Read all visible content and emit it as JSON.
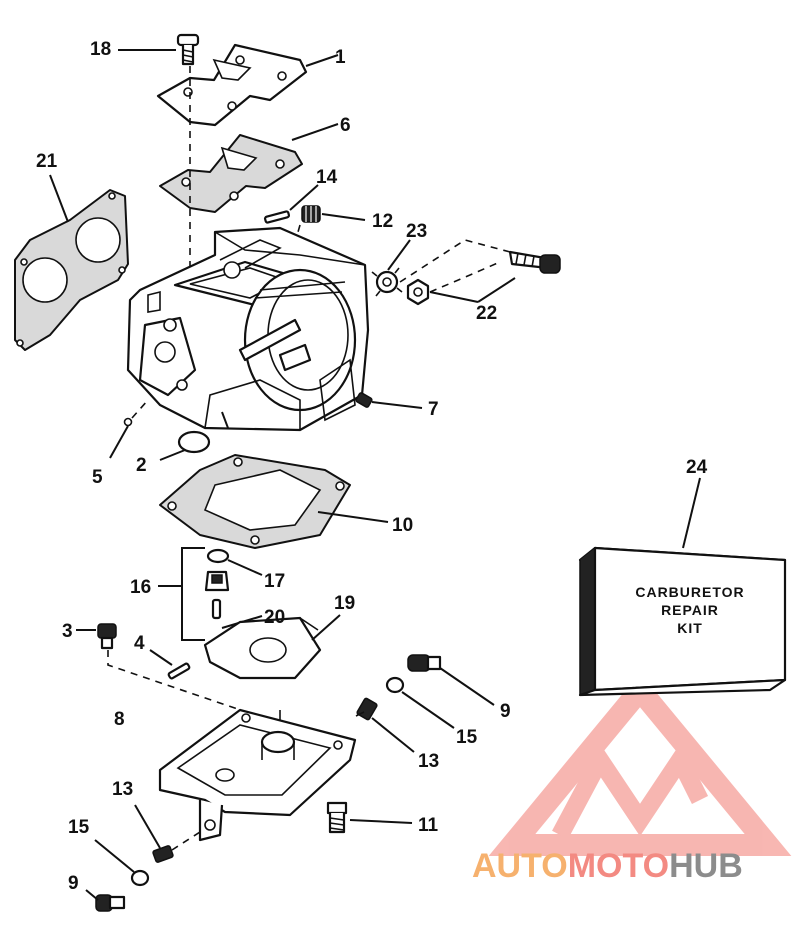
{
  "diagram": {
    "callouts": [
      "18",
      "1",
      "6",
      "21",
      "14",
      "12",
      "23",
      "22",
      "7",
      "5",
      "2",
      "10",
      "16",
      "17",
      "20",
      "19",
      "3",
      "4",
      "8",
      "24",
      "9",
      "15",
      "13",
      "13",
      "11",
      "15",
      "9"
    ],
    "kit_box": {
      "lines": [
        "CARBURETOR",
        "REPAIR",
        "KIT"
      ]
    },
    "watermark": {
      "part1": "AUTO",
      "part2": "MOTO",
      "part3": "HUB"
    }
  },
  "colors": {
    "ink": "#111111",
    "watermark_orange": "#f6b16e",
    "watermark_red": "#f38a82",
    "watermark_gray": "#8c8c8c"
  }
}
